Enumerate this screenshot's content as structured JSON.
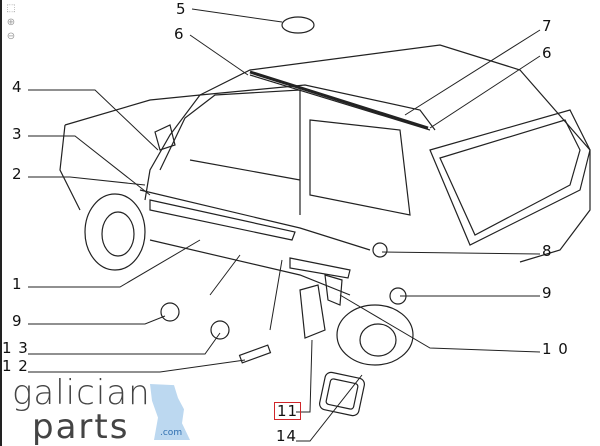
{
  "toolbar": {
    "icons": [
      "fit-page-icon",
      "zoom-in-icon",
      "zoom-out-icon"
    ]
  },
  "callouts": [
    {
      "id": "5",
      "text": "5"
    },
    {
      "id": "6a",
      "text": "6"
    },
    {
      "id": "7",
      "text": "7"
    },
    {
      "id": "6b",
      "text": "6"
    },
    {
      "id": "4",
      "text": "4"
    },
    {
      "id": "3",
      "text": "3"
    },
    {
      "id": "2",
      "text": "2"
    },
    {
      "id": "8",
      "text": "8"
    },
    {
      "id": "1",
      "text": "1"
    },
    {
      "id": "9a",
      "text": "9"
    },
    {
      "id": "9b",
      "text": "9"
    },
    {
      "id": "13",
      "text": "1 3"
    },
    {
      "id": "10",
      "text": "1 0"
    },
    {
      "id": "12",
      "text": "1 2"
    },
    {
      "id": "11",
      "text": "11"
    },
    {
      "id": "14",
      "text": "14"
    }
  ],
  "highlight_color": "#d0262a",
  "watermark": {
    "line1": "galician",
    "line2": "parts",
    "suffix": ".com"
  }
}
